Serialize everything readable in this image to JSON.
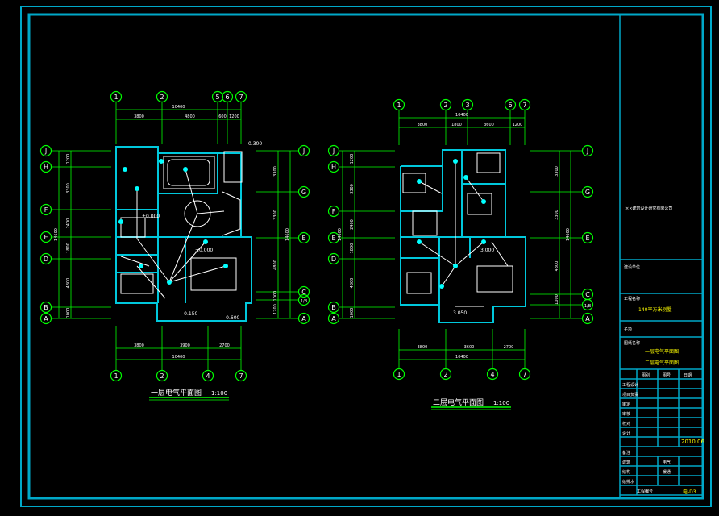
{
  "colors": {
    "background": "#000000",
    "frame": "#00a8c8",
    "grid_axis": "#00ff00",
    "wall": "#00c8dc",
    "dim": "#ffffff",
    "title_underline": "#00ff00",
    "titleblock_text": "#ffffff",
    "yellow": "#ffff00",
    "wiring": "#ffffff"
  },
  "titles": {
    "plan1": "一层电气平面图",
    "plan1_scale": "1:100",
    "plan2": "二层电气平面图",
    "plan2_scale": "1:100"
  },
  "plan1": {
    "top_axes": [
      "1",
      "2",
      "5",
      "6",
      "7"
    ],
    "bottom_axes": [
      "1",
      "2",
      "4",
      "7"
    ],
    "left_axes": [
      "J",
      "H",
      "F",
      "E",
      "D",
      "B",
      "A"
    ],
    "right_axes": [
      "J",
      "G",
      "E",
      "C",
      "1/B",
      "A"
    ],
    "top_dims": [
      "3800",
      "4800",
      "600",
      "1200"
    ],
    "top_total": "10400",
    "bottom_dims": [
      "3800",
      "3900",
      "2700"
    ],
    "bottom_total": "10400",
    "left_dims": [
      "1200",
      "3300",
      "2400",
      "1800",
      "4800",
      "1000"
    ],
    "left_total": "14600",
    "right_dims": [
      "3300",
      "3300",
      "4800",
      "1000",
      "1700"
    ],
    "right_total": "14600",
    "elevations": [
      "0.300",
      "±0.000",
      "±0.000",
      "-0.600",
      "-0.150"
    ]
  },
  "plan2": {
    "top_axes": [
      "1",
      "2",
      "3",
      "6",
      "7"
    ],
    "bottom_axes": [
      "1",
      "2",
      "4",
      "7"
    ],
    "left_axes": [
      "J",
      "H",
      "F",
      "E",
      "D",
      "B",
      "A"
    ],
    "right_axes": [
      "J",
      "G",
      "E",
      "C",
      "1/B",
      "A"
    ],
    "top_dims": [
      "3800",
      "1800",
      "3600",
      "1200"
    ],
    "top_total": "10400",
    "bottom_dims": [
      "3800",
      "3600",
      "2700"
    ],
    "bottom_total": "10400",
    "left_dims": [
      "1200",
      "3300",
      "2400",
      "1800",
      "4800",
      "1000"
    ],
    "left_total": "14600",
    "right_dims": [
      "3300",
      "3300",
      "4800",
      "1000"
    ],
    "right_total": "14600",
    "elevations": [
      "3.000",
      "3.050"
    ]
  },
  "titleblock": {
    "company": "××建筑设计研究有限公司",
    "row_design_unit": "建设单位",
    "row_project_label": "工程名称",
    "project_name": "140平方米别墅",
    "row_subitem": "子项",
    "row_drawing_label": "图纸名称",
    "drawing_name_1": "一层电气平面图",
    "drawing_name_2": "二层电气平面图",
    "grid_headers": [
      "图别",
      "图号",
      "日期"
    ],
    "grid_rows": [
      "工程设计",
      "项目负责",
      "审定",
      "审核",
      "校对",
      "设计"
    ],
    "date": "2010.06",
    "lower_rows": [
      "备注",
      "建筑",
      "电气",
      "结构",
      "暖通",
      "给排水"
    ],
    "footer_label": "工程编号",
    "sheet_no": "电-D3"
  }
}
